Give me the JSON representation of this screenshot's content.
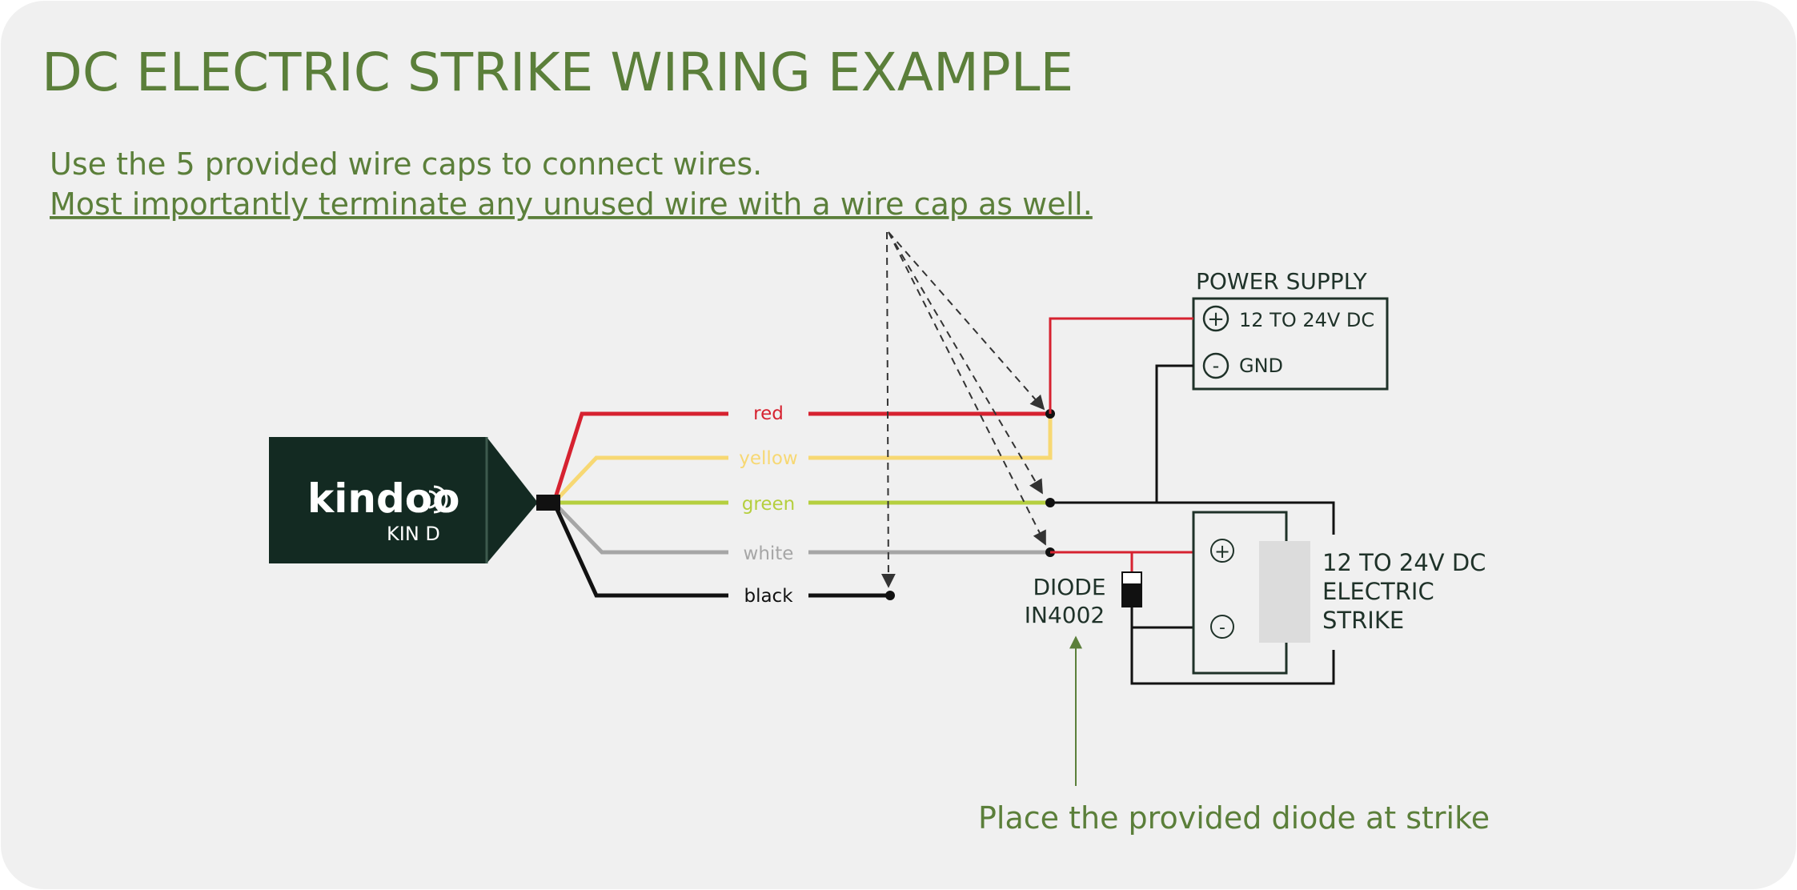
{
  "title": "DC ELECTRIC STRIKE WIRING EXAMPLE",
  "instructions": {
    "line1": "Use the 5 provided wire caps to connect wires.",
    "line2": "Most importantly terminate any unused wire with a wire cap as well."
  },
  "device": {
    "logo": "kindoo",
    "model": "KIN D"
  },
  "wires": {
    "red": "red",
    "yellow": "yellow",
    "green": "green",
    "white": "white",
    "black": "black"
  },
  "power_supply": {
    "title": "POWER SUPPLY",
    "plus_symbol": "+",
    "plus_label": "12 TO 24V DC",
    "minus_symbol": "-",
    "minus_label": "GND"
  },
  "strike": {
    "plus_symbol": "+",
    "minus_symbol": "-",
    "line1": "12 TO 24V DC",
    "line2": "ELECTRIC",
    "line3": "STRIKE"
  },
  "diode": {
    "line1": "DIODE",
    "line2": "IN4002"
  },
  "note": "Place the provided diode at strike",
  "colors": {
    "background": "#f0f0f0",
    "title_green": "#5b7f3a",
    "dark_text": "#1f3229",
    "device_fill": "#132a22",
    "red": "#d62230",
    "yellow": "#f7d873",
    "green": "#b5cf3f",
    "white": "#a6a6a6",
    "black": "#111111"
  }
}
